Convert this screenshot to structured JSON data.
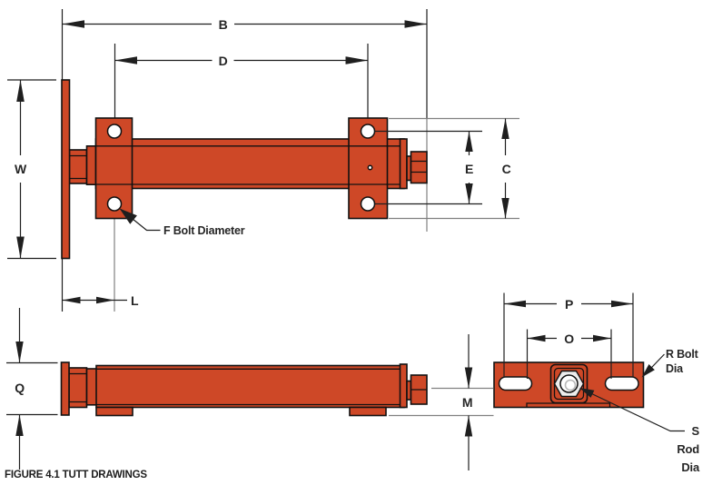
{
  "figure": {
    "caption": "FIGURE 4.1 TUTT DRAWINGS"
  },
  "dimensions": {
    "b": "B",
    "d": "D",
    "w": "W",
    "e": "E",
    "c": "C",
    "l": "L",
    "q": "Q",
    "m": "M",
    "p": "P",
    "o": "O"
  },
  "annotations": {
    "f_bolt": "F Bolt Diameter",
    "r_bolt": {
      "line1": "R Bolt",
      "line2": "Dia"
    },
    "s_rod": {
      "line1": "S",
      "line2": "Rod",
      "line3": "Dia"
    }
  },
  "colors": {
    "steel": "#ce4827",
    "outline": "#111111",
    "dimension": "#1f1f1f",
    "extension": "#808080",
    "text": "#262626"
  }
}
